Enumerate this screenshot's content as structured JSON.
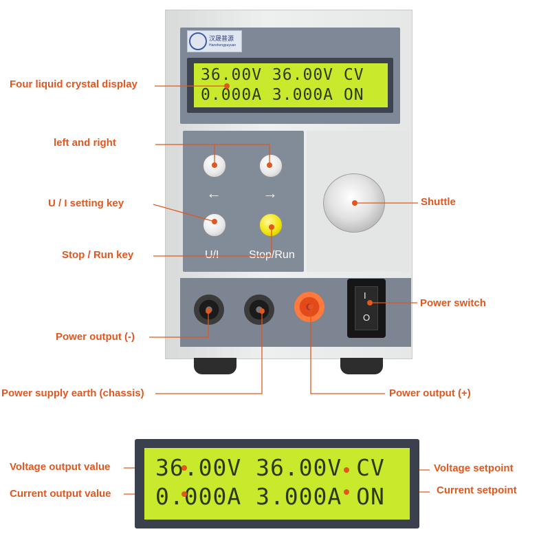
{
  "logo": {
    "brand_cn": "汉晟普源",
    "brand_en": "Hanshengpuyuan"
  },
  "lcd": {
    "line1": "36.00V 36.00V CV",
    "line2": "0.000A 3.000A ON"
  },
  "keys": {
    "ui_label": "U/I",
    "stop_run_label": "Stop/Run",
    "left_arrow": "←",
    "right_arrow": "→"
  },
  "switch": {
    "on_mark": "I",
    "off_mark": "O"
  },
  "callouts": {
    "lcd": "Four liquid crystal display",
    "left_right": "left and right",
    "ui_key": "U / I setting key",
    "stop_run": "Stop / Run key",
    "power_minus": "Power output (-)",
    "earth": "Power supply earth (chassis)",
    "shuttle": "Shuttle",
    "power_switch": "Power switch",
    "power_plus": "Power output (+)",
    "voltage_output": "Voltage output value",
    "current_output": "Current output value",
    "voltage_setpoint": "Voltage setpoint",
    "current_setpoint": "Current setpoint"
  },
  "colors": {
    "callout": "#e0571f",
    "lcd_background": "#c9ea2c",
    "stop_run_key": "#f2e60a",
    "positive_terminal": "#e24a1a"
  }
}
